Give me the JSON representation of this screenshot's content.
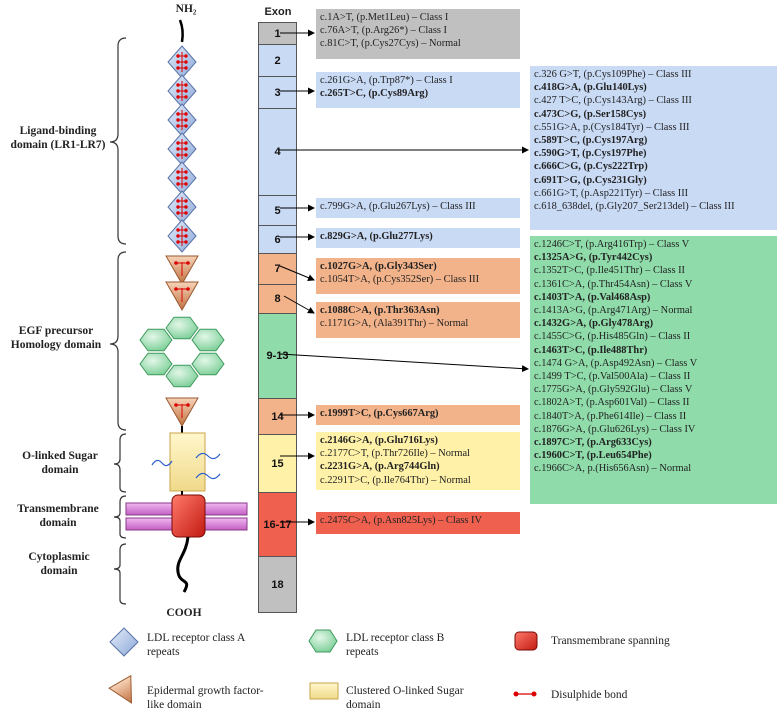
{
  "protein": {
    "n_terminus": "NH₂",
    "c_terminus": "COOH"
  },
  "domains": [
    {
      "label": "Ligand-binding domain (LR1-LR7)"
    },
    {
      "label": "EGF precursor Homology domain"
    },
    {
      "label": "O-linked Sugar domain"
    },
    {
      "label": "Transmembrane domain"
    },
    {
      "label": "Cytoplasmic domain"
    }
  ],
  "exon_header": "Exon",
  "exons": [
    "1",
    "2",
    "3",
    "4",
    "5",
    "6",
    "7",
    "8",
    "9-13",
    "14",
    "15",
    "16-17",
    "18"
  ],
  "colors": {
    "gray": "#c0c0c0",
    "blue": "#c9daf5",
    "orange": "#f3b38a",
    "green": "#8fdcaa",
    "yellow": "#fff2a8",
    "red": "#f0604f",
    "transmembrane": "#e32b2b",
    "membrane": "#d98ad9"
  },
  "mutations": {
    "exon1": [
      {
        "text": "c.1A>T, (p.Met1Leu) – Class I",
        "bold": false
      },
      {
        "text": "c.76A>T, (p.Arg26*) – Class I",
        "bold": false
      },
      {
        "text": "c.81C>T, (p.Cys27Cys) – Normal",
        "bold": false
      }
    ],
    "exon3": [
      {
        "text": "c.261G>A, (p.Trp87*) – Class I",
        "bold": false
      },
      {
        "text": "c.265T>C, (p.Cys89Arg)",
        "bold": true
      }
    ],
    "exon4": [
      {
        "text": "c.326 G>T, (p.Cys109Phe) – Class III",
        "bold": false
      },
      {
        "text": "c.418G>A, (p.Glu140Lys)",
        "bold": true
      },
      {
        "text": "c.427 T>C, (p.Cys143Arg) – Class III",
        "bold": false
      },
      {
        "text": "c.473C>G, (p.Ser158Cys)",
        "bold": true
      },
      {
        "text": "c.551G>A, p.(Cys184Tyr) – Class III",
        "bold": false
      },
      {
        "text": "c.589T>C, (p.Cys197Arg)",
        "bold": true
      },
      {
        "text": "c.590G>T, (p.Cys197Phe)",
        "bold": true
      },
      {
        "text": "c.666C>G, (p.Cys222Trp)",
        "bold": true
      },
      {
        "text": "c.691T>G, (p.Cys231Gly)",
        "bold": true
      },
      {
        "text": "c.661G>T, (p.Asp221Tyr) – Class III",
        "bold": false
      },
      {
        "text": "c.618_638del, (p.Gly207_Ser213del) – Class III",
        "bold": false
      }
    ],
    "exon5": [
      {
        "text": "c.799G>A, (p.Glu267Lys) – Class III",
        "bold": false
      }
    ],
    "exon6": [
      {
        "text": "c.829G>A, (p.Glu277Lys)",
        "bold": true
      }
    ],
    "exon7": [
      {
        "text": "c.1027G>A, (p.Gly343Ser)",
        "bold": true
      },
      {
        "text": "c.1054T>A, (p.Cys352Ser) – Class III",
        "bold": false
      }
    ],
    "exon8": [
      {
        "text": "c.1088C>A, (p.Thr363Asn)",
        "bold": true
      },
      {
        "text": "c.1171G>A, (Ala391Thr) – Normal",
        "bold": false
      }
    ],
    "exon9_13": [
      {
        "text": "c.1246C>T, (p.Arg416Trp) – Class V",
        "bold": false
      },
      {
        "text": "c.1325A>G, (p.Tyr442Cys)",
        "bold": true
      },
      {
        "text": "c.1352T>C, (p.Ile451Thr) – Class II",
        "bold": false
      },
      {
        "text": "c.1361C>A, (p.Thr454Asn) – Class V",
        "bold": false
      },
      {
        "text": "c.1403T>A, (p.Val468Asp)",
        "bold": true
      },
      {
        "text": "c.1413A>G, (p.Arg471Arg) – Normal",
        "bold": false
      },
      {
        "text": "c.1432G>A, (p.Gly478Arg)",
        "bold": true
      },
      {
        "text": "c.1455C>G, (p.His485Gln) – Class II",
        "bold": false
      },
      {
        "text": "c.1463T>C, (p.Ile488Thr)",
        "bold": true
      },
      {
        "text": "c.1474 G>A, (p.Asp492Asn) – Class V",
        "bold": false
      },
      {
        "text": "c.1499 T>C, (p.Val500Ala) – Class II",
        "bold": false
      },
      {
        "text": "c.1775G>A, (p.Gly592Glu) – Class V",
        "bold": false
      },
      {
        "text": "c.1802A>T, (p.Asp601Val) – Class II",
        "bold": false
      },
      {
        "text": "c.1840T>A, (p.Phe614Ile) – Class II",
        "bold": false
      },
      {
        "text": "c.1876G>A, (p.Glu626Lys) – Class IV",
        "bold": false
      },
      {
        "text": "c.1897C>T, (p.Arg633Cys)",
        "bold": true
      },
      {
        "text": "c.1960C>T, (p.Leu654Phe)",
        "bold": true
      },
      {
        "text": "c.1966C>A, p.(His656Asn) – Normal",
        "bold": false
      }
    ],
    "exon14": [
      {
        "text": "c.1999T>C, (p.Cys667Arg)",
        "bold": true
      }
    ],
    "exon15": [
      {
        "text": "c.2146G>A, (p.Glu716Lys)",
        "bold": true
      },
      {
        "text": "c.2177C>T, (p.Thr726Ile) – Normal",
        "bold": false
      },
      {
        "text": "c.2231G>A, (p.Arg744Gln)",
        "bold": true
      },
      {
        "text": "c.2291T>C, (p.Ile764Thr) – Normal",
        "bold": false
      }
    ],
    "exon16_17": [
      {
        "text": "c.2475C>A, (p.Asn825Lys) – Class IV",
        "bold": false
      }
    ]
  },
  "legend": [
    {
      "icon": "ldl-class-a-diamond-icon",
      "label": "LDL receptor class A repeats"
    },
    {
      "icon": "ldl-class-b-hexagon-icon",
      "label": "LDL receptor class B repeats"
    },
    {
      "icon": "transmembrane-rounded-square-icon",
      "label": "Transmembrane spanning"
    },
    {
      "icon": "egf-triangle-icon",
      "label": "Epidermal growth factor-like domain"
    },
    {
      "icon": "o-linked-sugar-rect-icon",
      "label": "Clustered O-linked Sugar domain"
    },
    {
      "icon": "disulphide-bond-icon",
      "label": "Disulphide bond"
    }
  ]
}
